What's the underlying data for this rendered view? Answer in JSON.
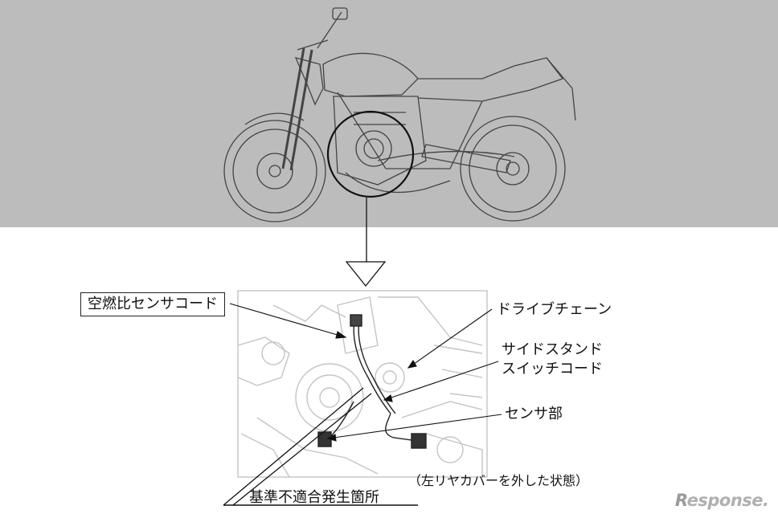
{
  "labels": {
    "af_sensor_cord": "空燃比センサコード",
    "drive_chain": "ドライブチェーン",
    "side_stand_line1": "サイドスタンド",
    "side_stand_line2": "スイッチコード",
    "sensor_part": "センサ部",
    "cover_state": "（左リヤカバーを外した状態）",
    "defect_location": "基準不適合発生箇所"
  },
  "watermark": {
    "mark": "R",
    "text": "esponse."
  },
  "colors": {
    "top_band": "#bcbcbc",
    "line": "#222222",
    "faded_line": "#c4c4c4"
  }
}
